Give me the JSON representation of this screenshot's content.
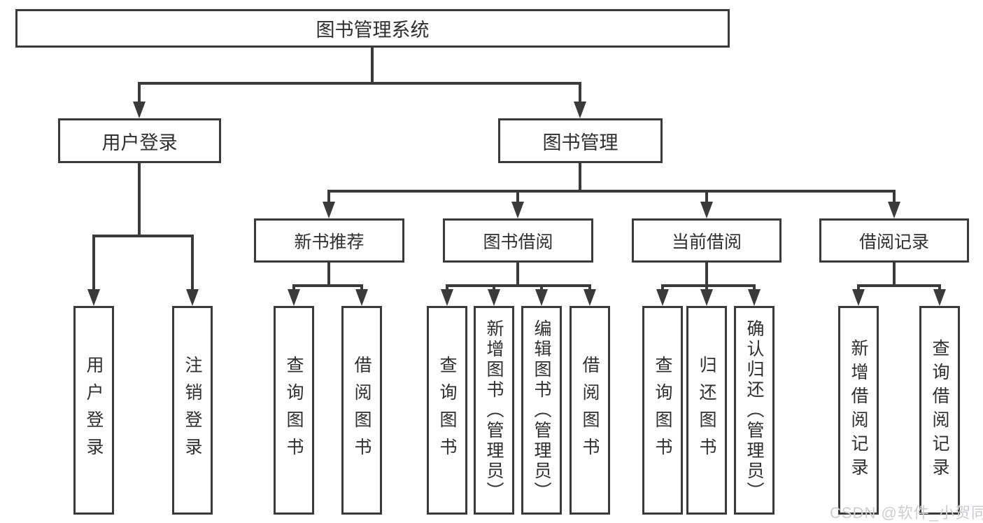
{
  "diagram": {
    "root": {
      "label": "图书管理系统"
    },
    "user_login": {
      "label": "用户登录",
      "children": [
        {
          "label": "用户登录"
        },
        {
          "label": "注销登录"
        }
      ]
    },
    "book_management": {
      "label": "图书管理",
      "groups": [
        {
          "label": "新书推荐",
          "children": [
            {
              "label": "查询图书"
            },
            {
              "label": "借阅图书"
            }
          ]
        },
        {
          "label": "图书借阅",
          "children": [
            {
              "label": "查询图书"
            },
            {
              "label": "新增图书（管理员）"
            },
            {
              "label": "编辑图书（管理员）"
            },
            {
              "label": "借阅图书"
            }
          ]
        },
        {
          "label": "当前借阅",
          "children": [
            {
              "label": "查询图书"
            },
            {
              "label": "归还图书"
            },
            {
              "label": "确认归还（管理员）"
            }
          ]
        },
        {
          "label": "借阅记录",
          "children": [
            {
              "label": "新增借阅记录"
            },
            {
              "label": "查询借阅记录"
            }
          ]
        }
      ]
    },
    "watermark": "CSDN @软件_小贺同学",
    "colors": {
      "line": "#3a3a3a",
      "text": "#2f2f2f",
      "background": "#ffffff",
      "watermark": "#ccced3"
    }
  }
}
